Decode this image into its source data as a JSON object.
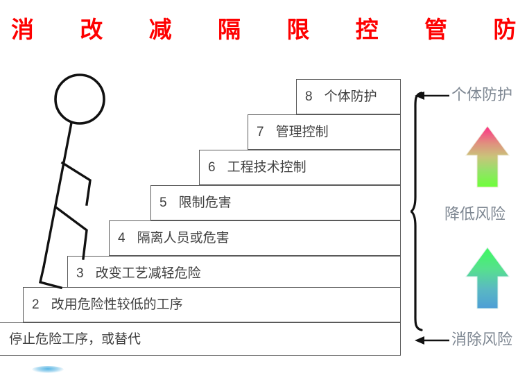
{
  "title": "消  改  减  隔  限  控  管  防",
  "title_color": "#fe0000",
  "staircase": {
    "steps": [
      {
        "num": "8",
        "label": "个体防护"
      },
      {
        "num": "7",
        "label": "管理控制"
      },
      {
        "num": "6",
        "label": "工程技术控制"
      },
      {
        "num": "5",
        "label": "限制危害"
      },
      {
        "num": "4",
        "label": "隔离人员或危害"
      },
      {
        "num": "3",
        "label": "改变工艺减轻危险"
      },
      {
        "num": "2",
        "label": "改用危险性较低的工序"
      },
      {
        "num": "",
        "label": "停止危险工序，或替代"
      }
    ]
  },
  "annotations": {
    "top_label": "个体防护",
    "middle_label": "降低风险",
    "bottom_label": "消除风险",
    "label_color": "#7f8893"
  },
  "arrows": {
    "upper_gradient": {
      "top_color": "#ff2e88",
      "bottom_color": "#6dff3a"
    },
    "lower_gradient": {
      "top_color": "#3dfa5e",
      "bottom_color": "#4d9ed6"
    }
  }
}
